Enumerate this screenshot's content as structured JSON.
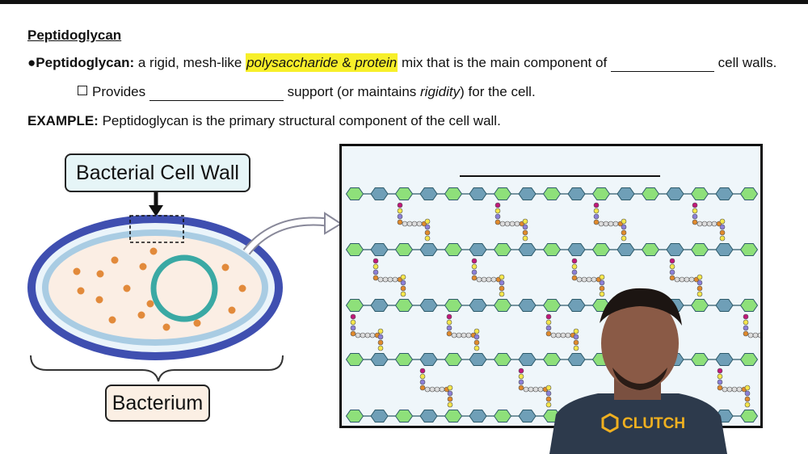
{
  "heading": "Peptidoglycan",
  "definition": {
    "bullet": "●",
    "term": "Peptidoglycan:",
    "text_before": " a rigid, mesh-like ",
    "highlight_word1": "polysaccharide",
    "highlight_amp": " & ",
    "highlight_word2": "protein",
    "text_after": " mix that is the main component of ",
    "text_end": " cell walls."
  },
  "provides": {
    "before": "Provides ",
    "after": " support (or maintains ",
    "italic": "rigidity",
    "end": ") for the cell."
  },
  "example": {
    "label": "EXAMPLE:",
    "text": " Peptidoglycan is the primary structural component of the cell wall."
  },
  "diagram": {
    "wall_label": "Bacterial Cell Wall",
    "bacterium_label": "Bacterium"
  },
  "logo_text": "CLUTCH",
  "colors": {
    "highlight": "#f7ef2a",
    "outer_wall": "#3f4fb0",
    "inner_wall": "#a9cce3",
    "cytoplasm": "#fbeee4",
    "nucleoid": "#3aa9a4",
    "dots": "#e28a3b",
    "sugar_green": "#8ee07a",
    "sugar_blue": "#6f9fb7"
  }
}
